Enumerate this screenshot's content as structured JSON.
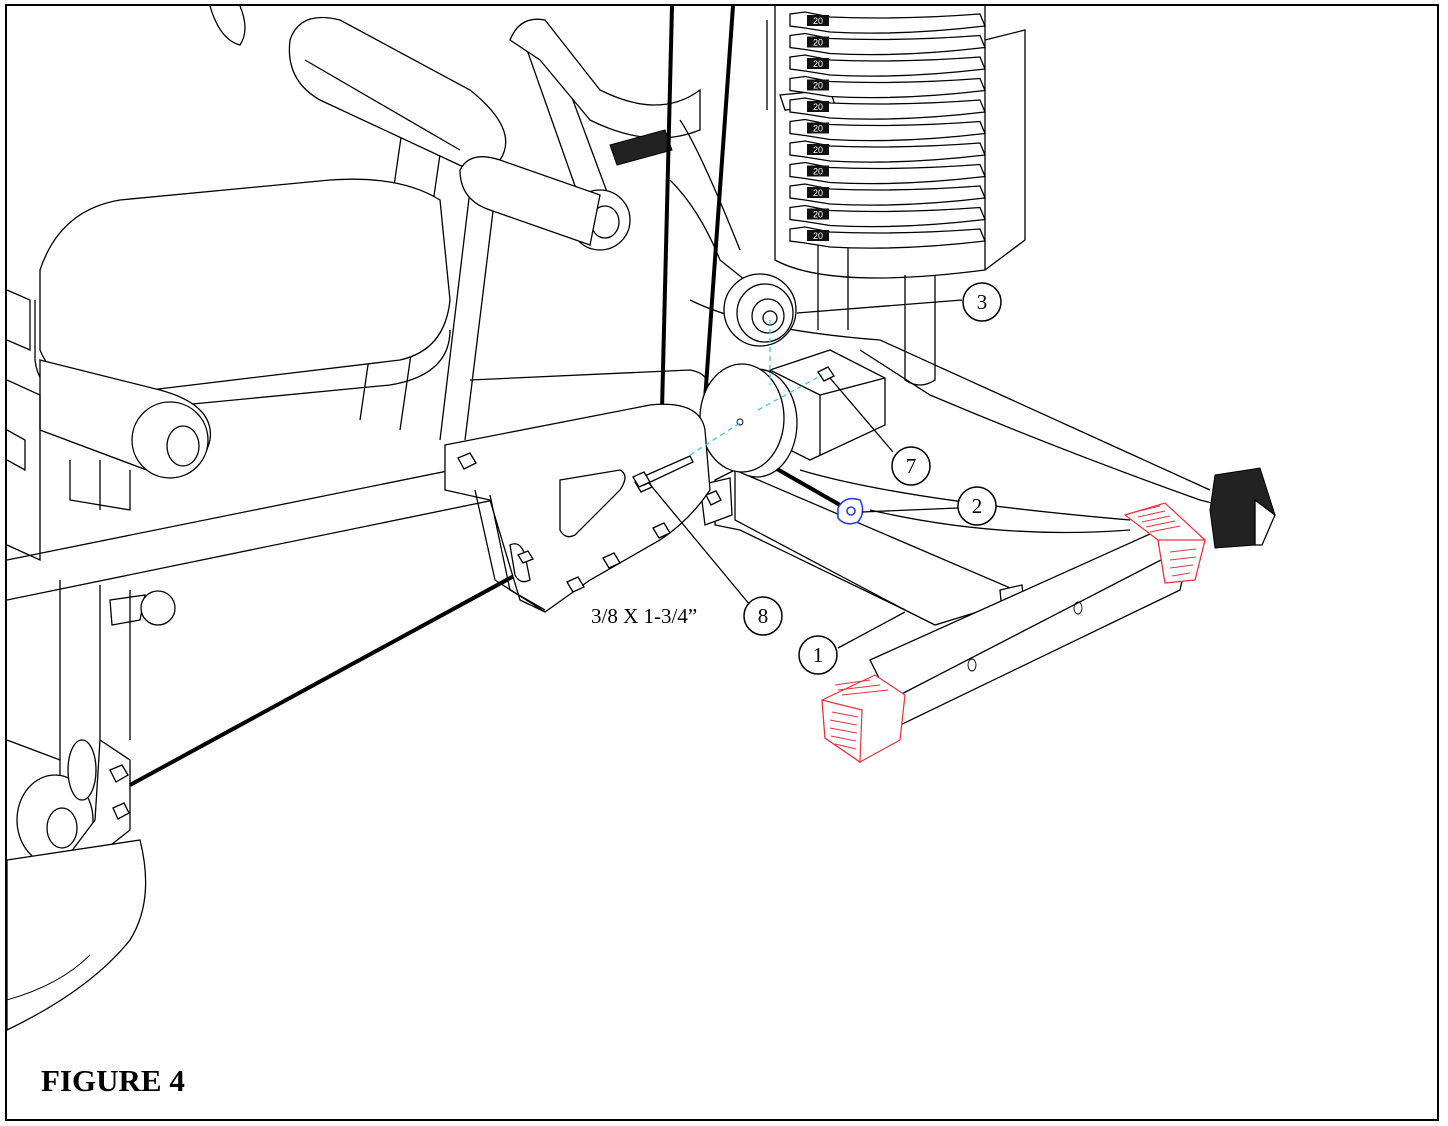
{
  "figure": {
    "title": "FIGURE 4",
    "bolt_spec": "3/8 X 1-3/4”",
    "weight_plate_label": "20",
    "callouts": [
      {
        "id": "callout-1",
        "label": "1"
      },
      {
        "id": "callout-2",
        "label": "2"
      },
      {
        "id": "callout-3",
        "label": "3"
      },
      {
        "id": "callout-7",
        "label": "7"
      },
      {
        "id": "callout-8",
        "label": "8"
      }
    ]
  },
  "colors": {
    "line": "#000000",
    "end_cap_highlight": "#e8323c",
    "part_highlight": "#2b3fd6",
    "alignment_line": "#3cc8e8"
  }
}
